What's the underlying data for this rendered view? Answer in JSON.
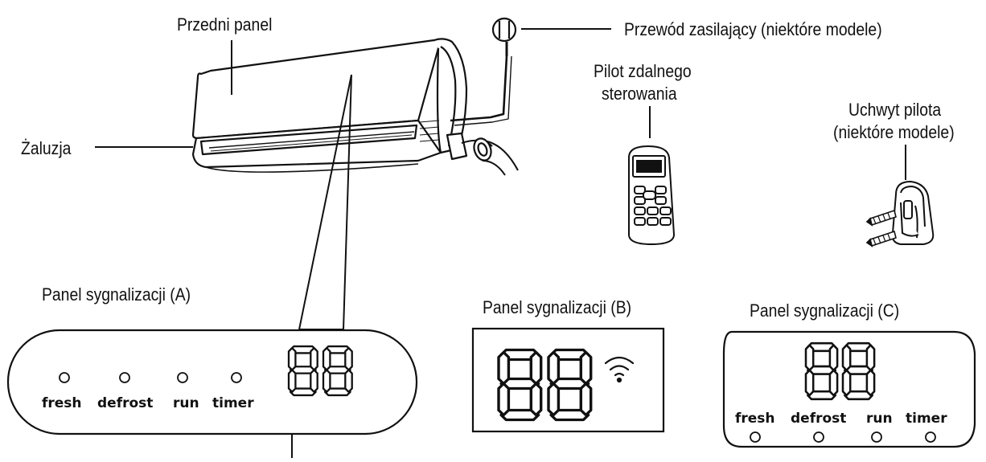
{
  "labels": {
    "front_panel": "Przedni panel",
    "power_cord": "Przewód zasilający (niektóre modele)",
    "remote_line1": "Pilot zdalnego",
    "remote_line2": "sterowania",
    "holder_line1": "Uchwyt pilota",
    "holder_line2": "(niektóre modele)",
    "louver": "Żaluzja"
  },
  "panels": {
    "a": {
      "title": "Panel sygnalizacji (A)",
      "indicators": [
        "fresh",
        "defrost",
        "run",
        "timer"
      ],
      "display": "88"
    },
    "b": {
      "title": "Panel sygnalizacji (B)",
      "display": "88",
      "icon": "wifi-icon"
    },
    "c": {
      "title": "Panel sygnalizacji (C)",
      "indicators": [
        "fresh",
        "defrost",
        "run",
        "timer"
      ],
      "display": "88"
    }
  },
  "icons": [
    "power-plug-icon",
    "remote-control-icon",
    "remote-holder-icon",
    "wifi-icon",
    "screw-icon"
  ],
  "colors": {
    "line": "#111111",
    "background": "#ffffff"
  }
}
